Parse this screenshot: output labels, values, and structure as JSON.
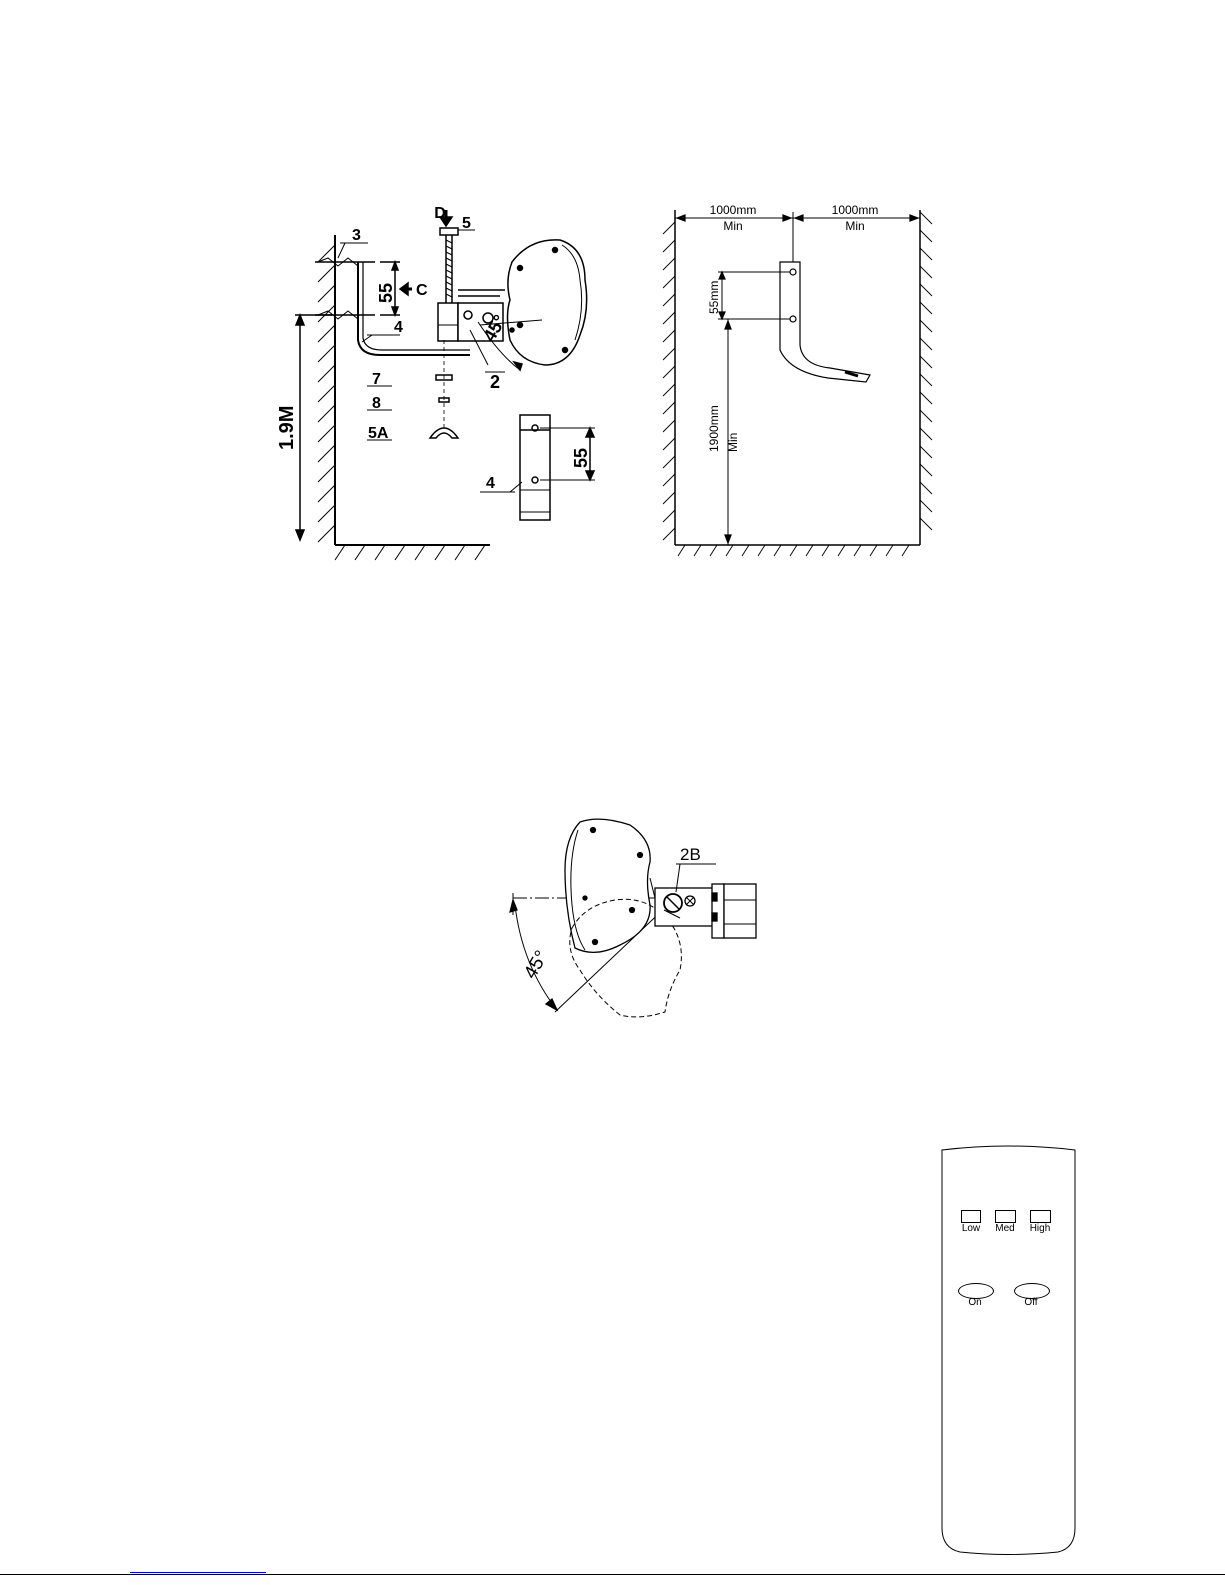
{
  "figure1": {
    "labels": {
      "part3": "3",
      "part5": "5",
      "arrow_d": "D",
      "arrow_c": "C",
      "dim55": "55",
      "part4": "4",
      "part2": "2",
      "angle": "45°",
      "part7": "7",
      "part8": "8",
      "part5a": "5A",
      "height": "1.9M",
      "detail_dim55": "55",
      "detail_part4": "4"
    }
  },
  "figure2": {
    "labels": {
      "left_clearance": "1000mm",
      "left_min": "Min",
      "right_clearance": "1000mm",
      "right_min": "Min",
      "hole_spacing": "55mm",
      "floor_clearance": "1900mm",
      "floor_min": "Min"
    }
  },
  "figure3": {
    "labels": {
      "part2b": "2B",
      "angle": "45°"
    }
  },
  "remote": {
    "buttons": [
      {
        "label": "Low"
      },
      {
        "label": "Med"
      },
      {
        "label": "High"
      }
    ],
    "power": [
      {
        "label": "On"
      },
      {
        "label": "Off"
      }
    ]
  }
}
